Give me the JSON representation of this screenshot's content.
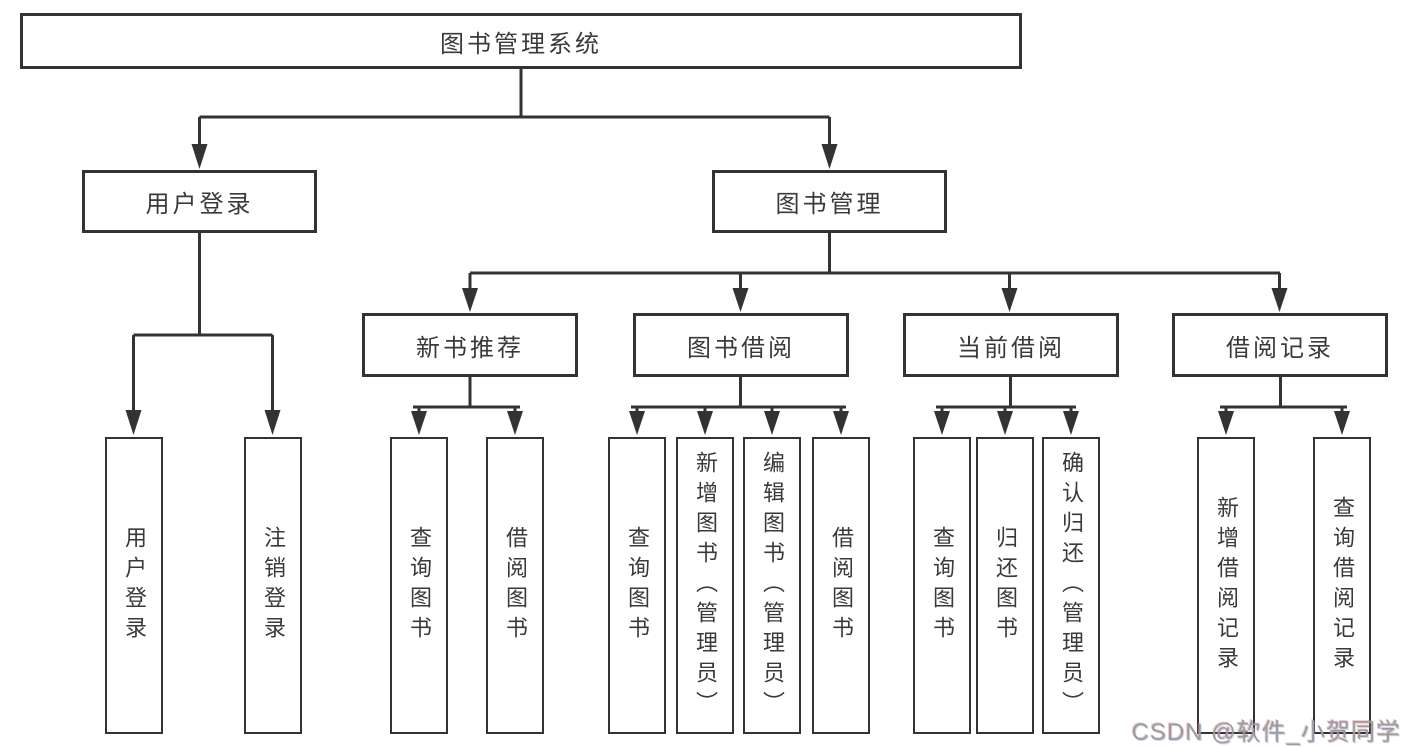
{
  "colors": {
    "line": "#333333",
    "box_border": "#333333",
    "text": "#3a3a3a",
    "watermark_text": "#9c9c9c",
    "background": "#ffffff"
  },
  "watermark": {
    "text": "CSDN @软件_小贺同学"
  },
  "tree": {
    "label": "图书管理系统",
    "children": [
      {
        "label": "用户登录",
        "children": [
          {
            "label": "用户登录"
          },
          {
            "label": "注销登录"
          }
        ]
      },
      {
        "label": "图书管理",
        "children": [
          {
            "label": "新书推荐",
            "children": [
              {
                "label": "查询图书"
              },
              {
                "label": "借阅图书"
              }
            ]
          },
          {
            "label": "图书借阅",
            "children": [
              {
                "label": "查询图书"
              },
              {
                "label": "新增图书（管理员）"
              },
              {
                "label": "编辑图书（管理员）"
              },
              {
                "label": "借阅图书"
              }
            ]
          },
          {
            "label": "当前借阅",
            "children": [
              {
                "label": "查询图书"
              },
              {
                "label": "归还图书"
              },
              {
                "label": "确认归还（管理员）"
              }
            ]
          },
          {
            "label": "借阅记录",
            "children": [
              {
                "label": "新增借阅记录"
              },
              {
                "label": "查询借阅记录"
              }
            ]
          }
        ]
      }
    ]
  }
}
